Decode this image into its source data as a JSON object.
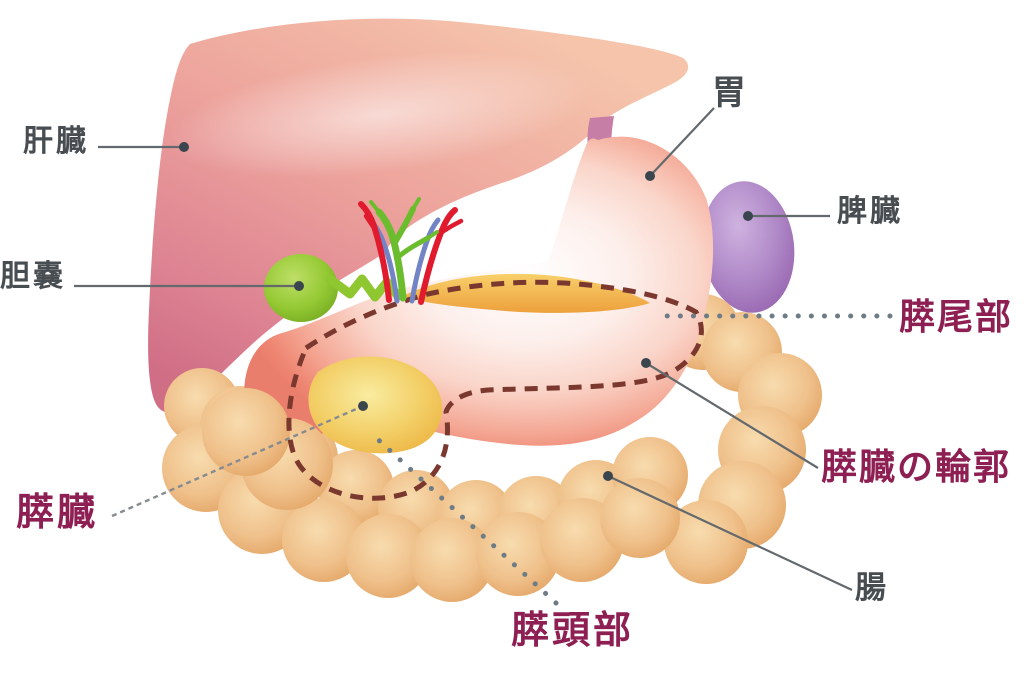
{
  "figure": {
    "type": "anatomical-diagram",
    "subject": "abdominal organs with pancreas highlighted"
  },
  "labels": {
    "liver": "肝臓",
    "gallbladder": "胆嚢",
    "pancreas": "膵臓",
    "stomach": "胃",
    "spleen": "脾臓",
    "pancreas_tail": "膵尾部",
    "pancreas_outline": "膵臓の輪郭",
    "intestine": "腸",
    "pancreas_head": "膵頭部"
  },
  "palette": {
    "label_gray": "#474d50",
    "label_maroon": "#8e1f53",
    "leader_line": "#63696c",
    "leader_dot": "#3a454e",
    "outline_dash": "#7a382e",
    "liver": "#e99e98",
    "stomach_rim": "#ee8672",
    "spleen": "#a87cc0",
    "gallbladder": "#8ec72f",
    "pancreas_yellow": "#f2c55d",
    "intestine_tan": "#eebb83",
    "vessel_green": "#6cbd2d",
    "vessel_red": "#e01b2e",
    "vessel_blue": "#7384c4",
    "esophagus": "#c67ea7"
  }
}
